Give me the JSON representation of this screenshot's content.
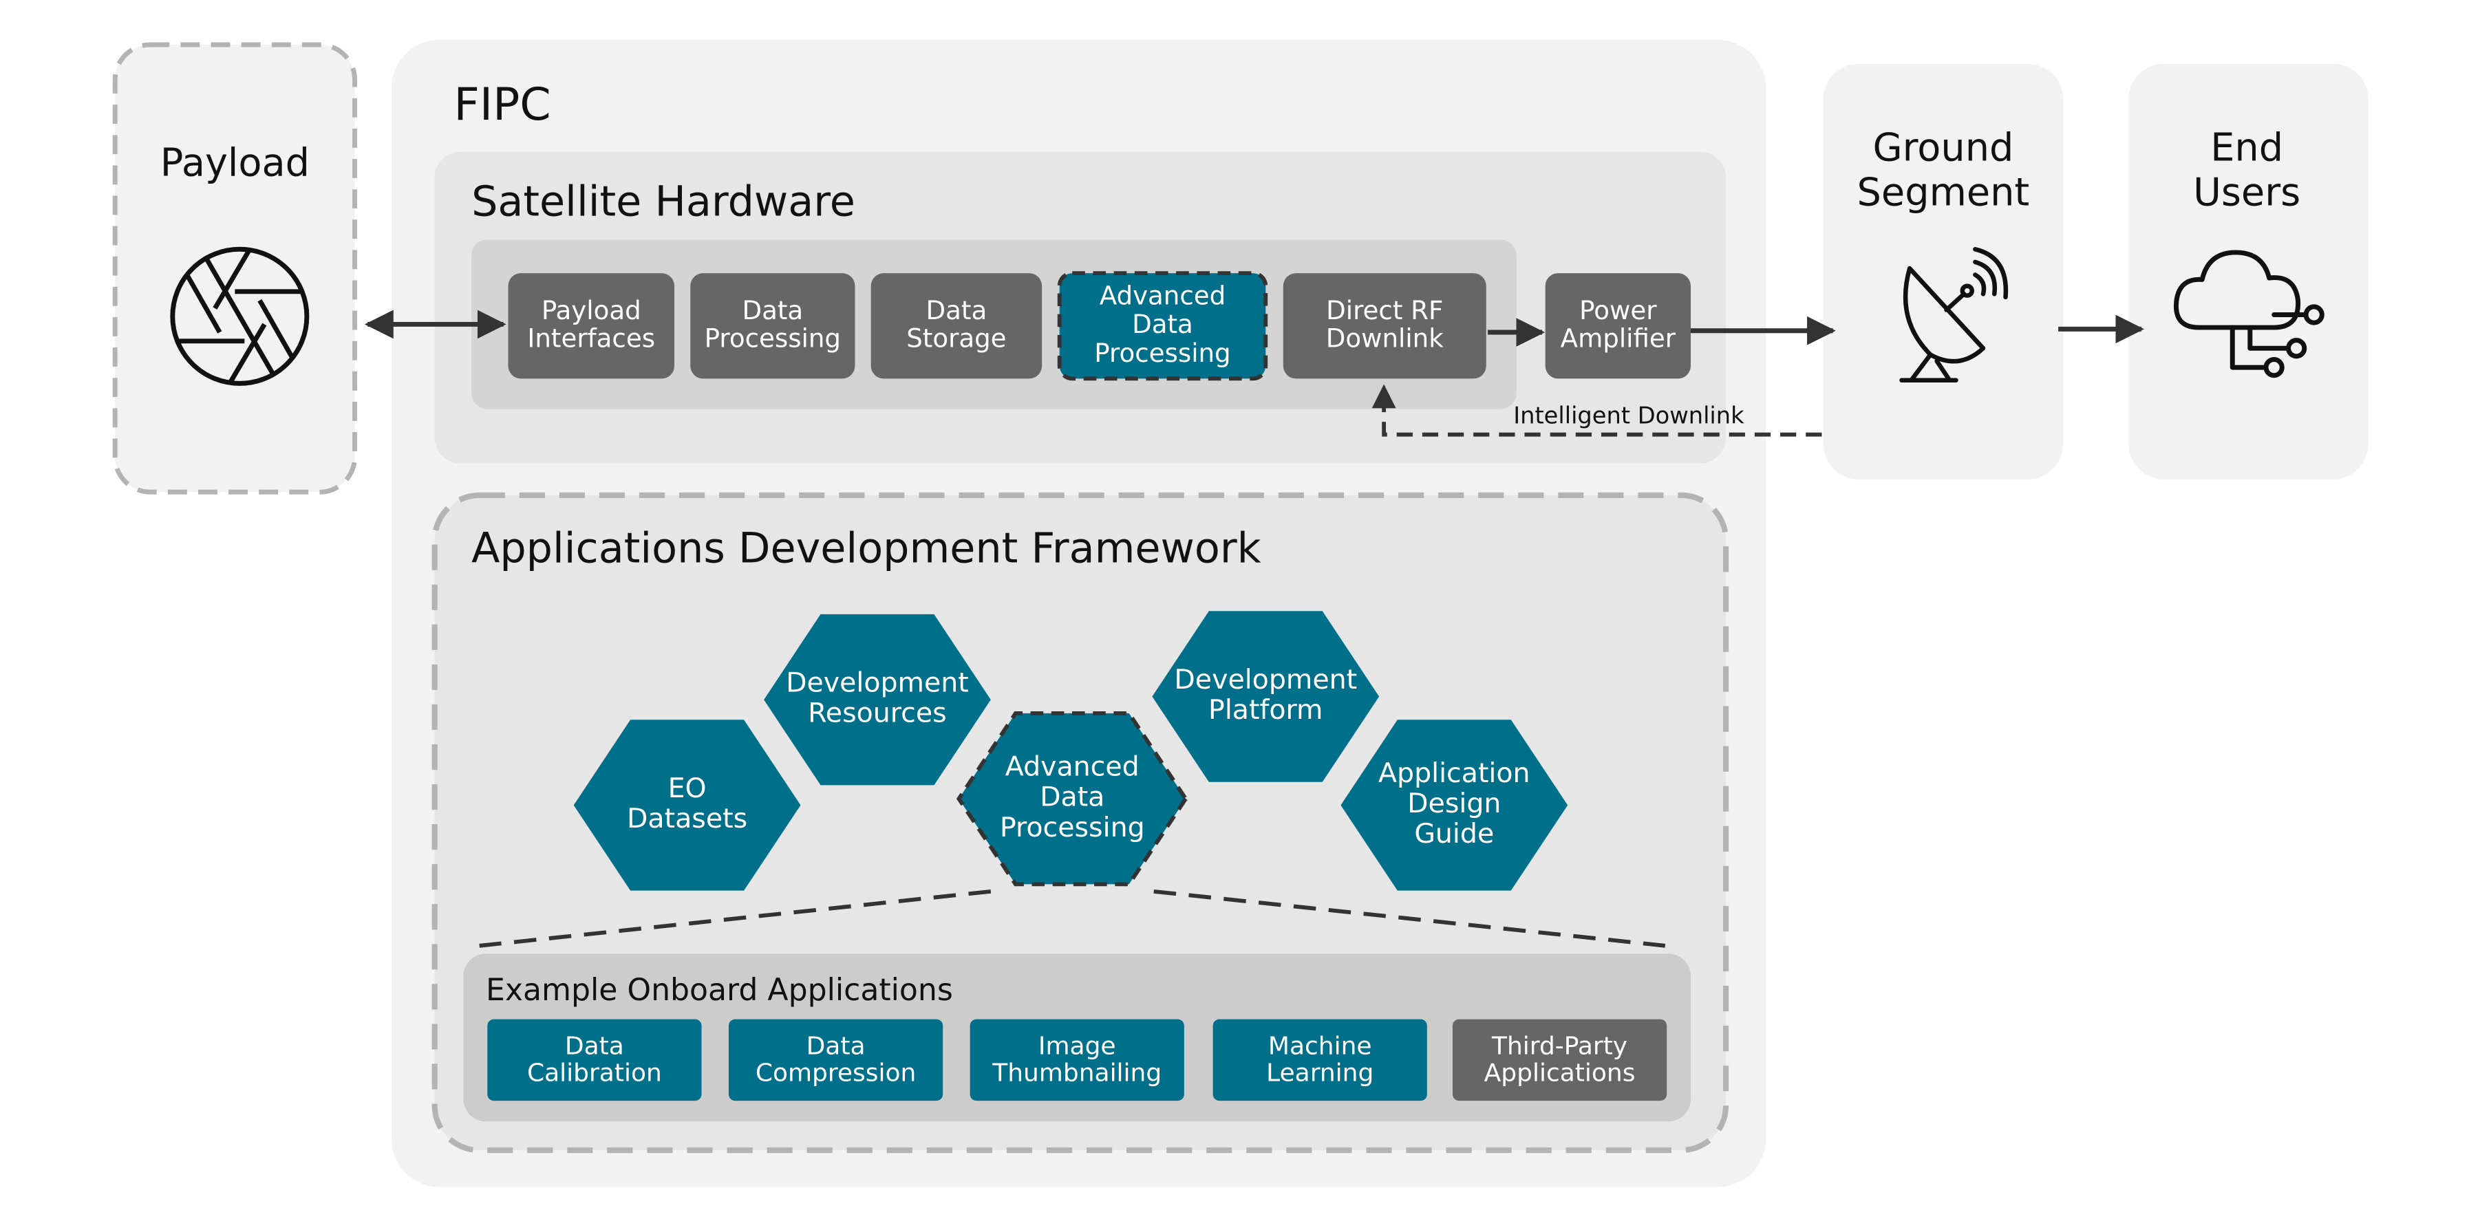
{
  "payload": {
    "title": "Payload",
    "icon": "camera-aperture-icon"
  },
  "fipc": {
    "title": "FIPC"
  },
  "hardware": {
    "title": "Satellite Hardware",
    "modules": [
      {
        "lines": [
          "Payload",
          "Interfaces"
        ],
        "highlight": false
      },
      {
        "lines": [
          "Data",
          "Processing"
        ],
        "highlight": false
      },
      {
        "lines": [
          "Data",
          "Storage"
        ],
        "highlight": false
      },
      {
        "lines": [
          "Advanced",
          "Data",
          "Processing"
        ],
        "highlight": true
      },
      {
        "lines": [
          "Direct RF",
          "Downlink"
        ],
        "highlight": false
      }
    ],
    "amplifier": {
      "lines": [
        "Power",
        "Amplifier"
      ]
    },
    "intelligent_downlink": "Intelligent Downlink"
  },
  "ground": {
    "lines": [
      "Ground",
      "Segment"
    ],
    "icon": "satellite-dish-icon"
  },
  "users": {
    "lines": [
      "End",
      "Users"
    ],
    "icon": "cloud-network-icon"
  },
  "framework": {
    "title": "Applications Development Framework",
    "hexagons": [
      {
        "lines": [
          "EO",
          "Datasets"
        ],
        "highlight": false
      },
      {
        "lines": [
          "Development",
          "Resources"
        ],
        "highlight": false
      },
      {
        "lines": [
          "Advanced",
          "Data",
          "Processing"
        ],
        "highlight": true
      },
      {
        "lines": [
          "Development",
          "Platform"
        ],
        "highlight": false
      },
      {
        "lines": [
          "Application",
          "Design",
          "Guide"
        ],
        "highlight": false
      }
    ]
  },
  "examples": {
    "title": "Example Onboard Applications",
    "apps": [
      {
        "lines": [
          "Data",
          "Calibration"
        ],
        "third_party": false
      },
      {
        "lines": [
          "Data",
          "Compression"
        ],
        "third_party": false
      },
      {
        "lines": [
          "Image",
          "Thumbnailing"
        ],
        "third_party": false
      },
      {
        "lines": [
          "Machine",
          "Learning"
        ],
        "third_party": false
      },
      {
        "lines": [
          "Third-Party",
          "Applications"
        ],
        "third_party": true
      }
    ]
  },
  "colors": {
    "teal": "#006f8a",
    "module_gray": "#666666",
    "panel_light": "#f2f2f2",
    "panel_mid": "#e6e6e6",
    "panel_dark": "#d4d4d4",
    "panel_examples": "#cccccc",
    "dash_border": "#b3b3b3",
    "dark_line": "#333333"
  }
}
